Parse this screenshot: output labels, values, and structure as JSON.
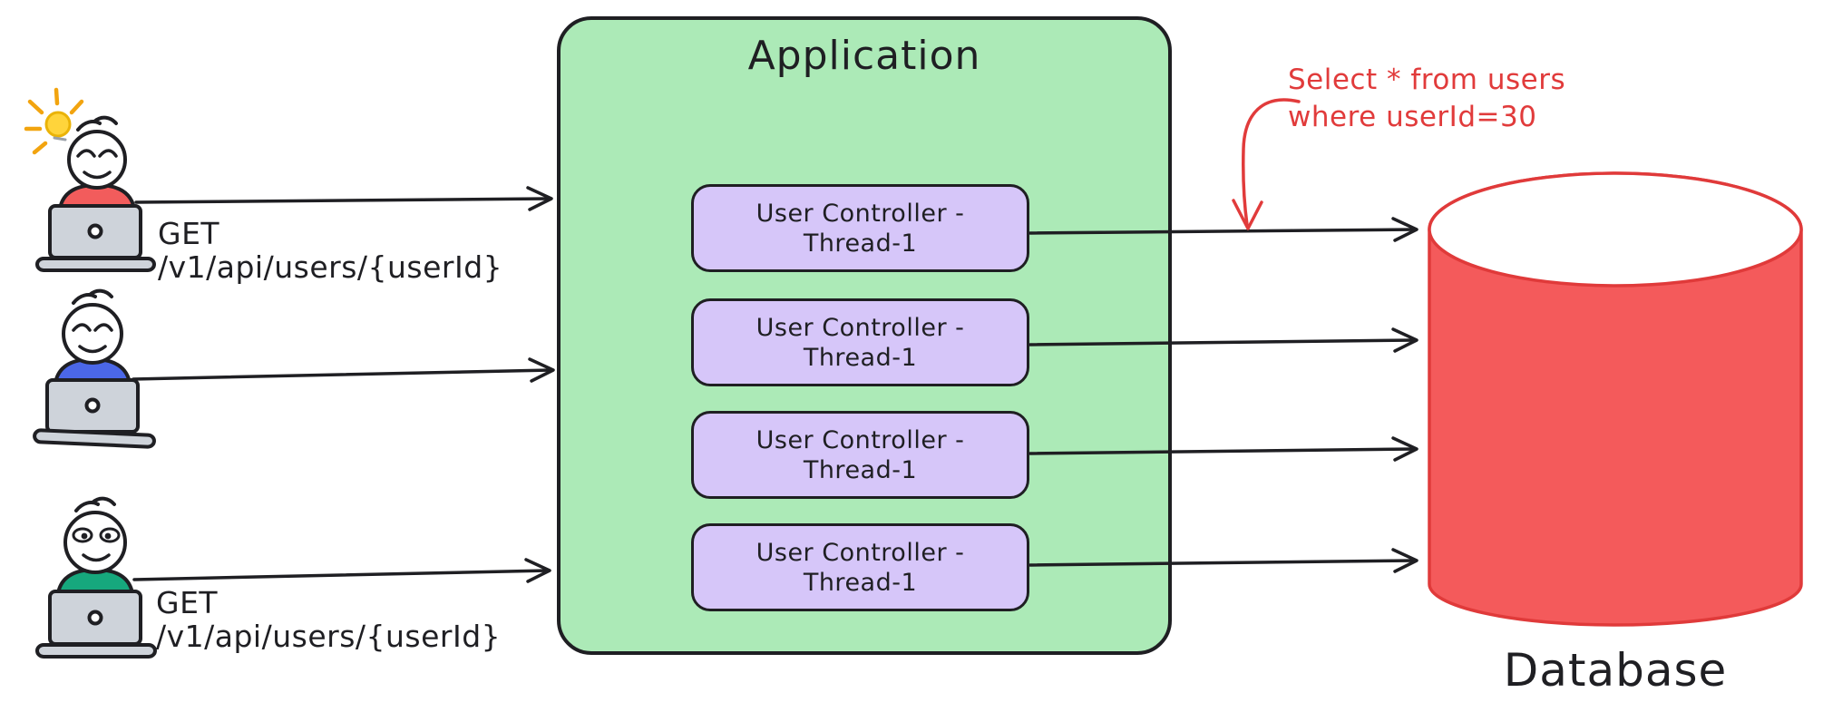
{
  "application": {
    "title": "Application",
    "fill": "#aceab7",
    "thread_fill": "#d6c6f9",
    "threads": [
      {
        "line1": "User Controller -",
        "line2": "Thread-1"
      },
      {
        "line1": "User Controller -",
        "line2": "Thread-1"
      },
      {
        "line1": "User Controller -",
        "line2": "Thread-1"
      },
      {
        "line1": "User Controller -",
        "line2": "Thread-1"
      }
    ]
  },
  "users": [
    {
      "name": "user-1",
      "shirt_color": "#f25c5c",
      "has_idea_bulb": true,
      "request": {
        "line1": "GET",
        "line2": "/v1/api/users/{userId}"
      }
    },
    {
      "name": "user-2",
      "shirt_color": "#4b67e8",
      "has_idea_bulb": false,
      "request": null
    },
    {
      "name": "user-3",
      "shirt_color": "#16a87d",
      "has_idea_bulb": false,
      "request": {
        "line1": "GET",
        "line2": "/v1/api/users/{userId}"
      }
    }
  ],
  "annotation": {
    "line1": "Select * from users",
    "line2": "where userId=30",
    "color": "#e13b3b"
  },
  "database": {
    "label": "Database",
    "fill": "#f45a5b",
    "stroke": "#e03a3a"
  },
  "colors": {
    "stroke_dark": "#1f1f23",
    "laptop_gray": "#ced3da",
    "bulb_yellow": "#ffd43b",
    "ray_orange": "#f2a40f"
  }
}
